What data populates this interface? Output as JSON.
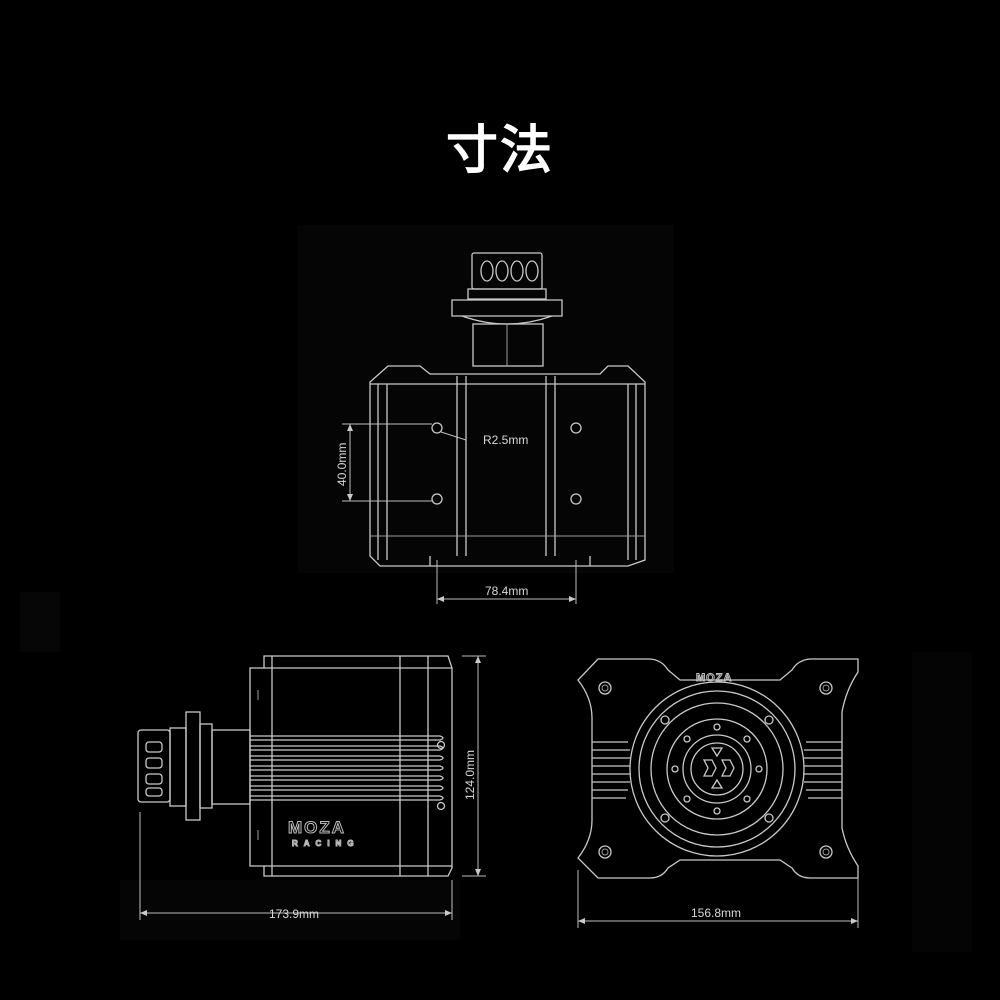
{
  "title": "寸法",
  "dimensions": {
    "radius": "R2.5mm",
    "hole_spacing": "40.0mm",
    "hole_width": "78.4mm",
    "height": "124.0mm",
    "side_length": "173.9mm",
    "front_width": "156.8mm"
  },
  "branding": {
    "logo_side": "MOZA",
    "logo_side_sub": "RACING",
    "logo_front": "MOZA"
  }
}
